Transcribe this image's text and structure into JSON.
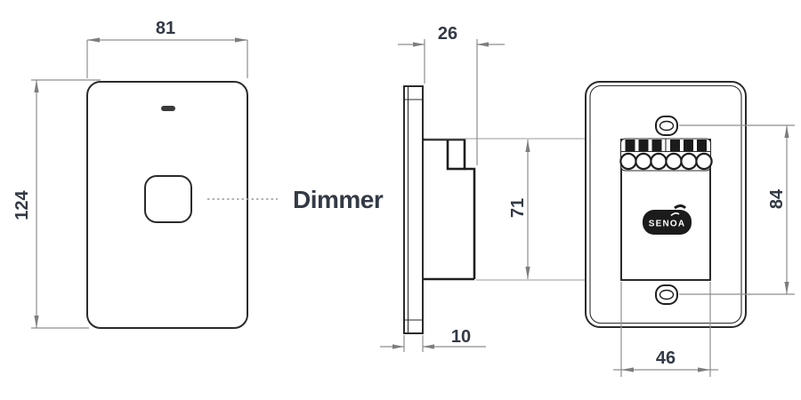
{
  "labels": {
    "front_width": "81",
    "front_height": "124",
    "side_depth": "26",
    "body_height": "71",
    "plate_thickness": "10",
    "screw_spacing": "84",
    "body_width": "46",
    "button_callout": "Dimmer",
    "brand": "SENOA"
  },
  "colors": {
    "outline": "#2b2b2b",
    "dimension_line": "#8e8e8e",
    "dimension_text": "#333a45",
    "badge_fill": "#1b1b1b"
  }
}
